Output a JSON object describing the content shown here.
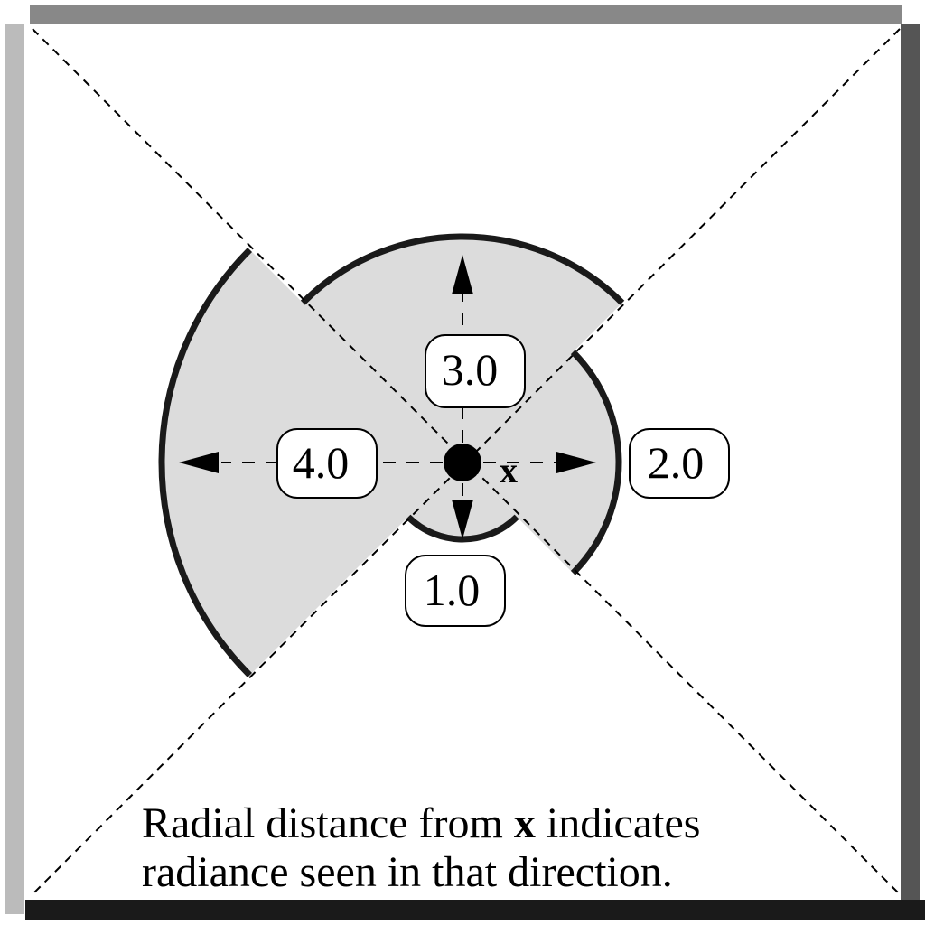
{
  "diagram": {
    "point_label": "x",
    "radiance_labels": {
      "down": "1.0",
      "right": "2.0",
      "up": "3.0",
      "left": "4.0"
    },
    "caption": {
      "line1_before": "Radial distance from ",
      "line1_bold": "x",
      "line1_after": " indicates",
      "line2": "radiance seen in that direction."
    },
    "colors": {
      "lobe_fill": "#dcdcdc",
      "lobe_stroke": "#1a1a1a",
      "frame_top": "#888888",
      "frame_left": "#bbbbbb",
      "frame_right": "#555555",
      "frame_bottom": "#1a1a1a"
    }
  }
}
